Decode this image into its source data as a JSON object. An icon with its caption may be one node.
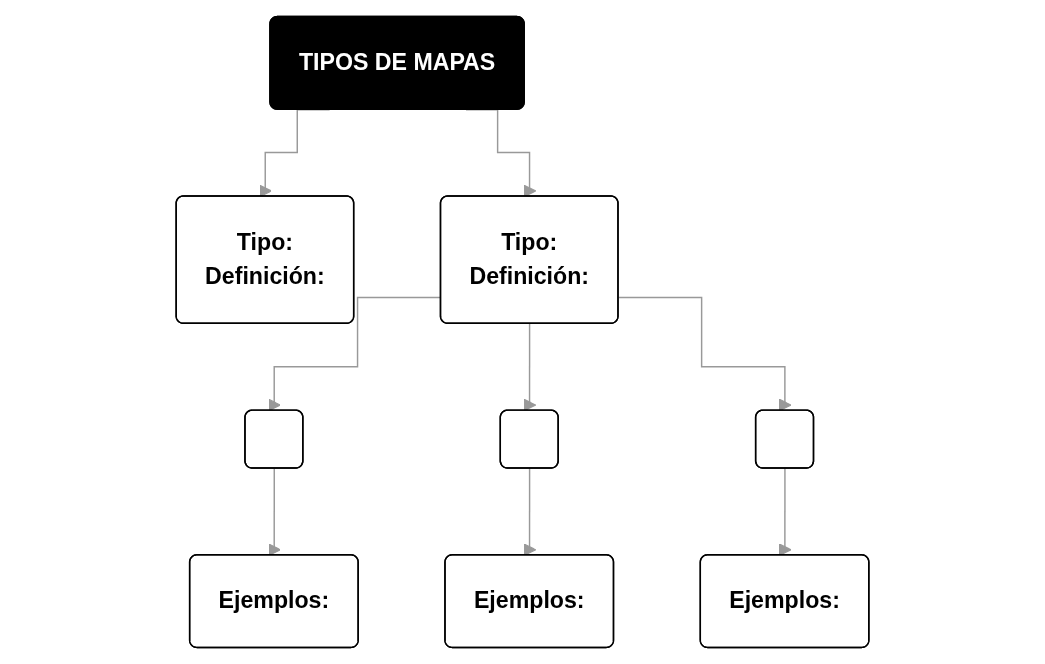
{
  "diagram": {
    "nodes": [
      {
        "text": [
          "TIPOS DE MAPAS"
        ]
      },
      {
        "text": [
          "Tipo:",
          "Definición:"
        ]
      },
      {
        "text": [
          "Tipo:",
          "Definición:"
        ]
      },
      {
        "text": [],
        "shape": "box"
      },
      {
        "text": [],
        "shape": "box"
      },
      {
        "text": [],
        "shape": "box"
      },
      {
        "text": [
          "Ejemplos:"
        ]
      },
      {
        "text": [
          "Ejemplos:"
        ]
      },
      {
        "text": [
          "Ejemplos:"
        ]
      }
    ],
    "edges": [
      {
        "from": 0,
        "to": 1,
        "arrow": "to"
      },
      {
        "from": 0,
        "to": 2,
        "arrow": "to"
      },
      {
        "from": 2,
        "to": 3,
        "arrow": "to"
      },
      {
        "from": 2,
        "to": 4,
        "arrow": "to"
      },
      {
        "from": 2,
        "to": 5,
        "arrow": "to"
      },
      {
        "from": 3,
        "to": 6,
        "arrow": "to"
      },
      {
        "from": 4,
        "to": 7,
        "arrow": "to"
      },
      {
        "from": 5,
        "to": 8,
        "arrow": "to"
      }
    ]
  }
}
